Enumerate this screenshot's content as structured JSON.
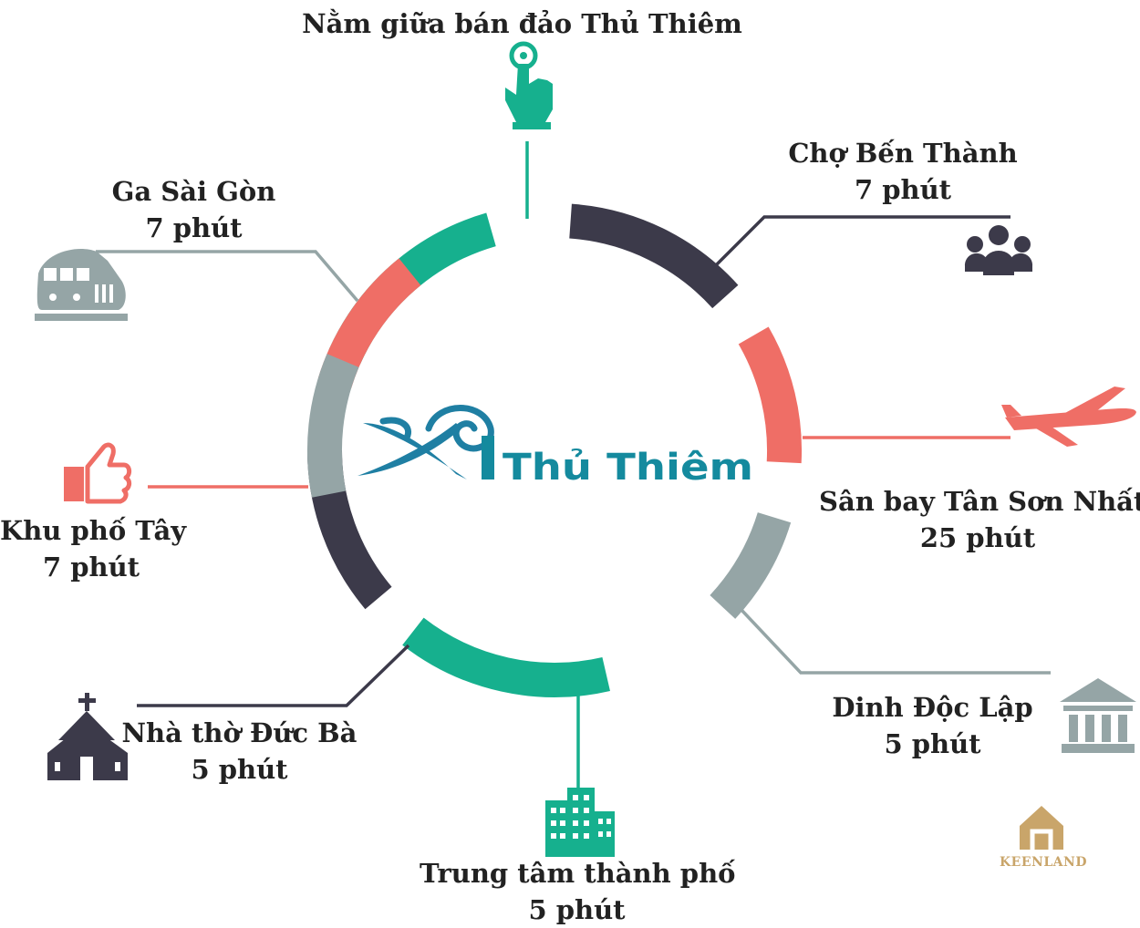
{
  "colors": {
    "teal": "#16b08e",
    "dark": "#3c3a4a",
    "coral": "#ef6e66",
    "gray": "#95a5a6",
    "logo_blue": "#1f7fa3",
    "logo_teal": "#148a9e",
    "text": "#222222",
    "watermark": "#c9a56a"
  },
  "center_logo": {
    "text": "Thủ Thiêm"
  },
  "destinations": [
    {
      "id": "peninsula",
      "name": "Nằm giữa bán đảo Thủ Thiêm",
      "time": "",
      "icon": "pointing-hand-icon",
      "color": "teal"
    },
    {
      "id": "ben-thanh",
      "name": "Chợ Bến Thành",
      "time": "7 phút",
      "icon": "people-group-icon",
      "color": "dark"
    },
    {
      "id": "airport",
      "name": "Sân bay Tân Sơn Nhất",
      "time": "25 phút",
      "icon": "airplane-icon",
      "color": "coral"
    },
    {
      "id": "independence-palace",
      "name": "Dinh Độc Lập",
      "time": "5 phút",
      "icon": "bank-building-icon",
      "color": "gray"
    },
    {
      "id": "city-center",
      "name": "Trung tâm thành phố",
      "time": "5 phút",
      "icon": "office-buildings-icon",
      "color": "teal"
    },
    {
      "id": "cathedral",
      "name": "Nhà thờ Đức Bà",
      "time": "5 phút",
      "icon": "church-icon",
      "color": "dark"
    },
    {
      "id": "western-quarter",
      "name": "Khu phố Tây",
      "time": "7 phút",
      "icon": "thumbs-up-icon",
      "color": "coral"
    },
    {
      "id": "saigon-station",
      "name": "Ga Sài Gòn",
      "time": "7 phút",
      "icon": "train-icon",
      "color": "gray"
    }
  ],
  "watermark": {
    "brand": "KEENLAND",
    "icon": "house-logo-icon"
  }
}
